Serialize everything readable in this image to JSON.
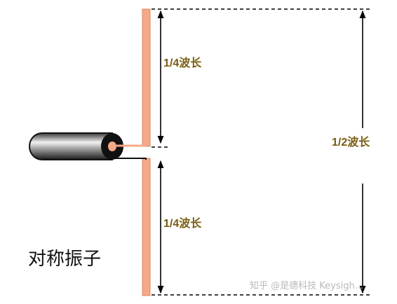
{
  "labels": {
    "upper_quarter": "1/4波长",
    "lower_quarter": "1/4波长",
    "half": "1/2波长",
    "title": "对称振子",
    "watermark": "知乎 @是德科技 Keysigh..."
  },
  "colors": {
    "element": "#f5a987",
    "element_edge": "#d98b69",
    "label": "#7a5c12",
    "dashed": "#000000",
    "cable_dark": "#111111",
    "watermark": "#b9b9b9"
  },
  "icons": {
    "coax": "coaxial-cable-icon",
    "arrow": "double-headed-arrow"
  }
}
